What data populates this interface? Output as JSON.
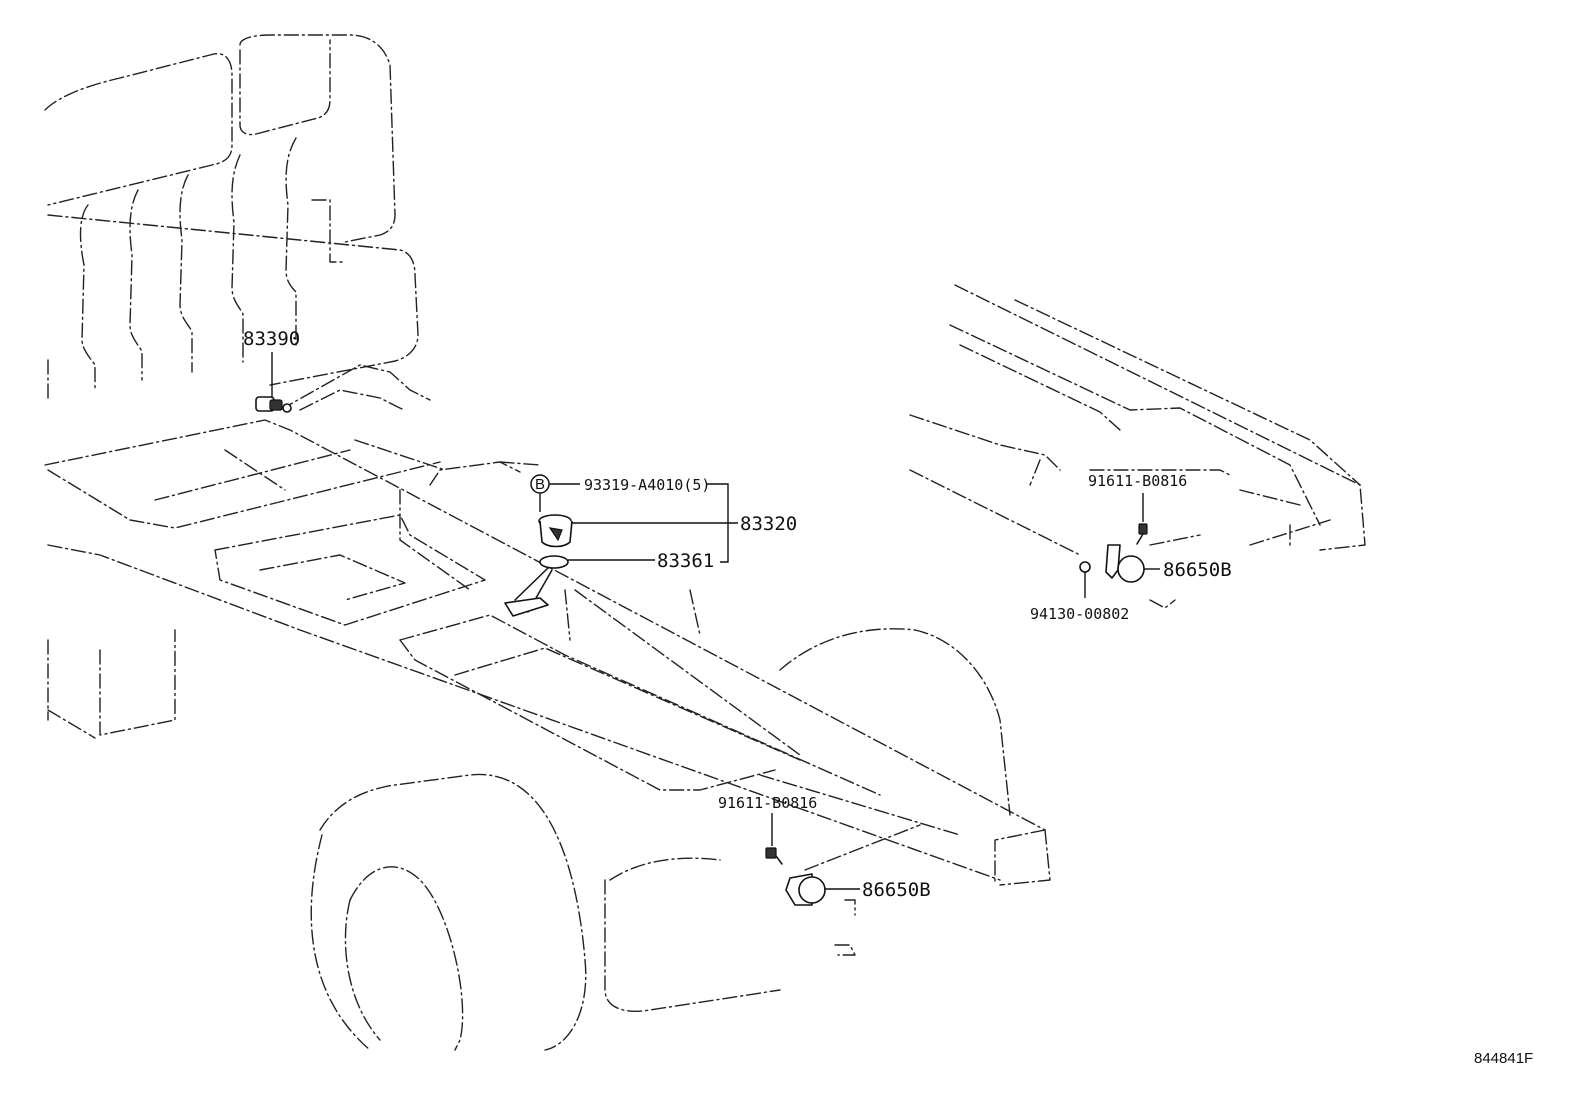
{
  "callouts": {
    "p83390": "83390",
    "p93319": "93319-A4010(5)",
    "circle_letter": "B",
    "p83320": "83320",
    "p83361": "83361",
    "p91611_right": "91611-B0816",
    "p86650b_right": "86650B",
    "p94130": "94130-00802",
    "p91611_lower": "91611-B0816",
    "p86650b_lower": "86650B"
  },
  "figure_ref": "844841F"
}
